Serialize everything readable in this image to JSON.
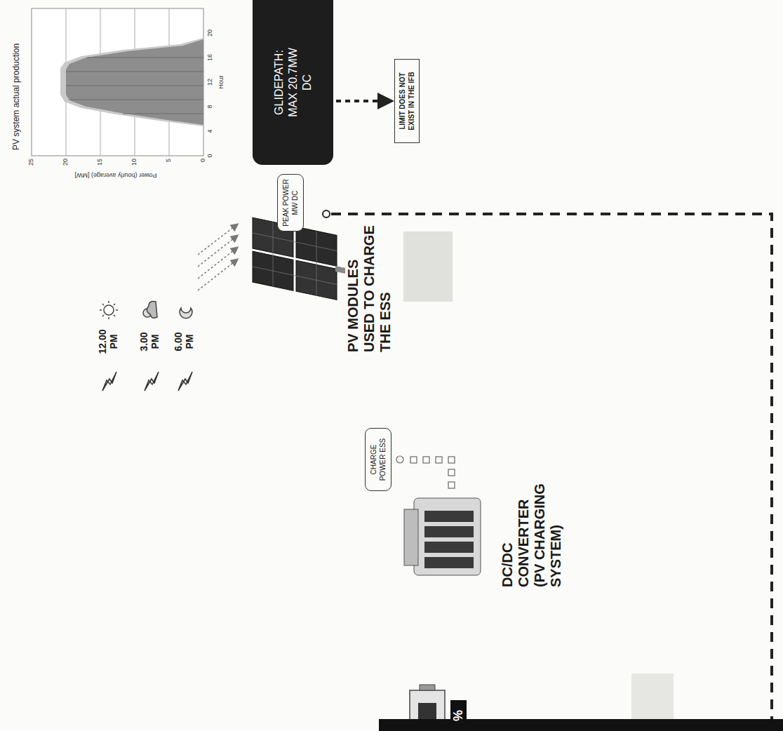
{
  "diagram": {
    "nodes": [
      {
        "text": [
          "GLIDEPATH: MAX 20.7MW DC"
        ]
      },
      {
        "text": [
          "LIMIT DOES NOT EXIST IN THE IFB"
        ]
      },
      {
        "text": [
          "PEAK POWER MW DC"
        ]
      },
      {
        "text": [
          "CHARGE POWER ESS"
        ]
      },
      {
        "text": [
          "%"
        ]
      }
    ],
    "edges": [
      {
        "from": 0,
        "to": 1,
        "arrow": "to"
      }
    ],
    "labels": [
      "PV system actual production",
      "Power (hourly average) [MW]",
      "25",
      "20",
      "15",
      "10",
      "5",
      "0",
      "0",
      "4",
      "8",
      "12",
      "16",
      "20",
      "Hour",
      "12.00 PM",
      "3.00 PM",
      "6.00 PM",
      "PV MODULES USED TO CHARGE THE ESS",
      "DC/DC CONVERTER (PV CHARGING SYSTEM)"
    ]
  }
}
